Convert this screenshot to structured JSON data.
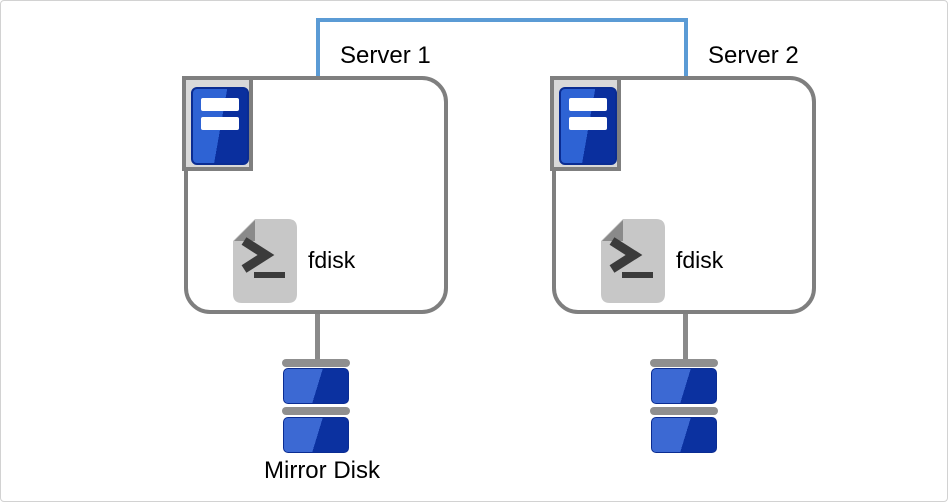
{
  "diagram": {
    "servers": [
      {
        "label": "Server 1",
        "tool_label": "fdisk"
      },
      {
        "label": "Server 2",
        "tool_label": "fdisk"
      }
    ],
    "disks": [
      {
        "label": "Mirror Disk"
      },
      {
        "label": ""
      }
    ],
    "icons": {
      "server": "server-icon",
      "terminal_file": "terminal-script-file-icon",
      "disk": "stacked-disk-icon"
    },
    "colors": {
      "link_blue": "#5b9bd5",
      "shape_border_gray": "#7f7f7f",
      "badge_fill_gray": "#d9d9d9",
      "icon_blue_light": "#2e63d4",
      "icon_blue_dark": "#0a2f9e",
      "doc_fill_gray": "#c7c7c7",
      "doc_fold_gray": "#8a8a8a",
      "prompt_glyph_gray": "#3b3b3b",
      "disk_cap_gray": "#8f8f8f",
      "text_black": "#000000"
    }
  }
}
